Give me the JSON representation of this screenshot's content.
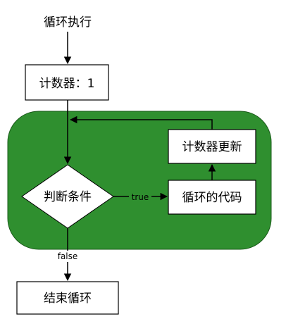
{
  "colors": {
    "loop_region": "#2f8f2f",
    "stroke": "#000000",
    "box_fill": "#ffffff"
  },
  "nodes": {
    "start": "循环执行",
    "counter_init": "计数器：1",
    "condition": "判断条件",
    "loop_body": "循环的代码",
    "counter_update": "计数器更新",
    "end": "结束循环"
  },
  "edges": {
    "true_label": "true",
    "false_label": "false"
  }
}
